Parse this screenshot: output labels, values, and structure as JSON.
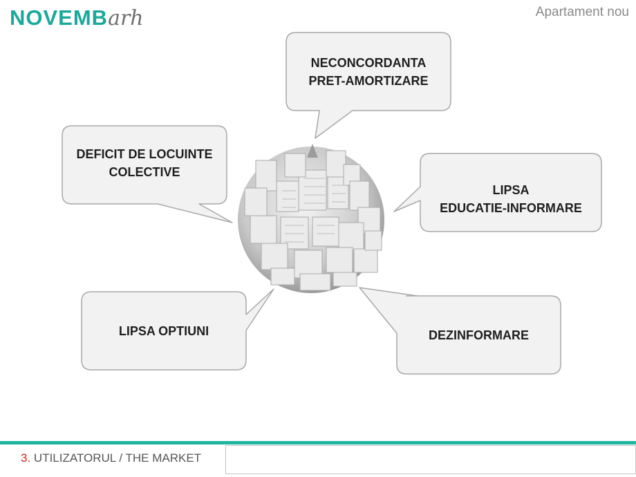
{
  "header": {
    "logo_main": "NOVEMB",
    "logo_accent": "arh",
    "subtitle": "Apartament nou"
  },
  "bubbles": [
    {
      "id": "neconcordanta",
      "lines": [
        "NECONCORDANTA",
        "PRET-AMORTIZARE"
      ]
    },
    {
      "id": "deficit",
      "lines": [
        "DEFICIT DE LOCUINTE",
        "COLECTIVE"
      ]
    },
    {
      "id": "lipsa-educatie",
      "lines": [
        "LIPSA",
        "EDUCATIE-INFORMARE"
      ]
    },
    {
      "id": "lipsa-optiuni",
      "lines": [
        "LIPSA OPTIUNI"
      ]
    },
    {
      "id": "dezinformare",
      "lines": [
        "DEZINFORMARE"
      ]
    }
  ],
  "center_image": {
    "icon": "city-globe-icon"
  },
  "footer": {
    "number": "3.",
    "section": "UTILIZATORUL / THE MARKET"
  },
  "colors": {
    "accent": "#1fb59e",
    "logo": "#19a99a",
    "footer_number": "#d0231b"
  }
}
